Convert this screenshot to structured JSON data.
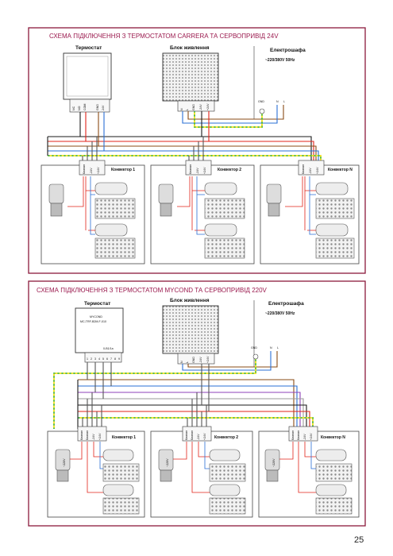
{
  "page_number": "25",
  "colors": {
    "frame": "#8b1a3c",
    "wire_yellow": "#f4e21c",
    "wire_green": "#3bb54a",
    "wire_red": "#e2231a",
    "wire_black": "#1a1a1a",
    "wire_blue": "#2a6fd6",
    "wire_brown": "#8a4b14",
    "wire_purple": "#8e3fb8",
    "wire_grey": "#9a9a9a"
  },
  "diagram1": {
    "title": "СХЕМА ПІДКЛЮЧЕННЯ З ТЕРМОСТАТОМ CARRERA ТА СЕРВОПРИВІД 24V",
    "thermostat": {
      "label": "Термостат",
      "terminals": [
        "NC",
        "NO",
        "COM",
        "GND",
        "24V"
      ]
    },
    "power_supply": {
      "label": "Блок живлення",
      "terminals": [
        "N",
        "L",
        "GND",
        "-24V",
        "+24V"
      ]
    },
    "cabinet": {
      "label": "Електрошафа",
      "spec": "~220/380V 50Hz",
      "terminals": [
        "GND",
        "N",
        "L"
      ]
    },
    "convectors": [
      {
        "label": "Конвектор 1",
        "terminals": [
          "Клапан",
          "-24V",
          "+24V"
        ]
      },
      {
        "label": "Конвектор 2",
        "terminals": [
          "Клапан",
          "-24V",
          "+24V"
        ]
      },
      {
        "label": "Конвектор N",
        "terminals": [
          "Клапан",
          "-24V",
          "+24V"
        ]
      }
    ]
  },
  "diagram2": {
    "title": "СХЕМА ПІДКЛЮЧЕННЯ З ТЕРМОСТАТОМ MYCOND ТА СЕРВОПРИВІД 220V",
    "thermostat": {
      "label": "Термостат",
      "model_line1": "MYCOND",
      "model_line2": "MC-TRF-B2M-F-010",
      "mini_label": "0-B1/1a",
      "terminals": [
        "1",
        "2",
        "3",
        "4",
        "5",
        "6",
        "7",
        "8",
        "9"
      ]
    },
    "power_supply": {
      "label": "Блок живлення",
      "terminals": [
        "N",
        "L",
        "GND",
        "-24V",
        "+24V"
      ]
    },
    "cabinet": {
      "label": "Електрошафа",
      "spec": "~220/380V 50Hz",
      "terminals": [
        "GND",
        "N",
        "L"
      ]
    },
    "actuator_label": "~220V",
    "convectors": [
      {
        "label": "Конвектор 1",
        "terminals": [
          "Клапан",
          "Клапан",
          "-24V",
          "+24V"
        ]
      },
      {
        "label": "Конвектор 2",
        "terminals": [
          "Клапан",
          "Клапан",
          "-24V",
          "+24V"
        ]
      },
      {
        "label": "Конвектор N",
        "terminals": [
          "Клапан",
          "Клапан",
          "-24V",
          "+24V"
        ]
      }
    ]
  }
}
